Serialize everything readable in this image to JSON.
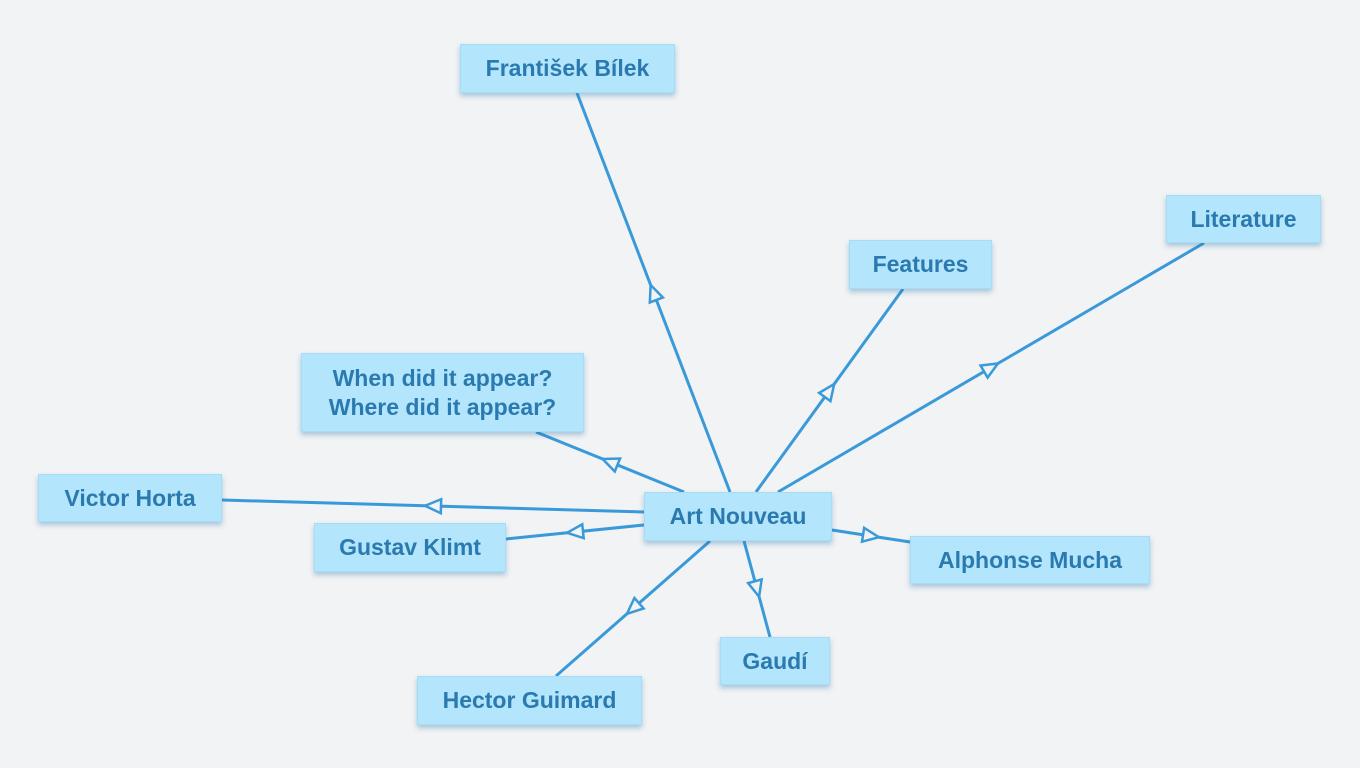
{
  "diagram": {
    "center": {
      "id": "center",
      "label": "Art Nouveau"
    },
    "nodes": [
      {
        "id": "bilek",
        "label": "František Bílek"
      },
      {
        "id": "literature",
        "label": "Literature"
      },
      {
        "id": "features",
        "label": "Features"
      },
      {
        "id": "when",
        "label": "When did it appear?\nWhere did it appear?"
      },
      {
        "id": "horta",
        "label": "Victor Horta"
      },
      {
        "id": "klimt",
        "label": "Gustav Klimt"
      },
      {
        "id": "mucha",
        "label": "Alphonse Mucha"
      },
      {
        "id": "gaudi",
        "label": "Gaudí"
      },
      {
        "id": "guimard",
        "label": "Hector Guimard"
      }
    ],
    "edges": [
      {
        "from": "center",
        "to": "bilek"
      },
      {
        "from": "center",
        "to": "literature"
      },
      {
        "from": "center",
        "to": "features"
      },
      {
        "from": "center",
        "to": "when"
      },
      {
        "from": "center",
        "to": "horta"
      },
      {
        "from": "center",
        "to": "klimt"
      },
      {
        "from": "center",
        "to": "mucha"
      },
      {
        "from": "center",
        "to": "gaudi"
      },
      {
        "from": "center",
        "to": "guimard"
      }
    ],
    "colors": {
      "background": "#f1f3f5",
      "node_fill": "#b3e5fc",
      "node_text": "#2a7ab0",
      "edge": "#3a9ad9"
    }
  }
}
